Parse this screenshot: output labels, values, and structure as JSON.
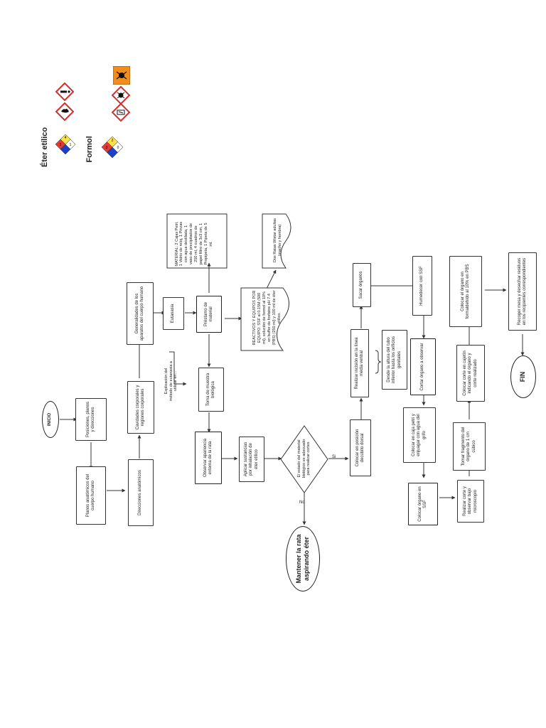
{
  "header": {
    "ether_title": "Éter etílico",
    "formol_title": "Formol",
    "ether_nfpa": {
      "health": "2",
      "flammability": "4",
      "reactivity": "1",
      "special": ""
    },
    "formol_nfpa": {
      "health": "3",
      "flammability": "2",
      "reactivity": "0",
      "special": ""
    }
  },
  "icons": {
    "ether": [
      "exclamation-hazard-icon",
      "flame-hazard-icon"
    ],
    "formol": [
      "orange-toxic-label-icon",
      "health-hazard-icon"
    ]
  },
  "nodes": {
    "inicio": "INICIO",
    "posiciones": "Posiciones, planos y direcciones",
    "planos": "Planos anatómicos del cuerpo humano",
    "direcciones": "Direcciones anatómicos",
    "cavidades": "Cavidades corporales y regiones corporales",
    "generalidades": "Generalidades de los aparatos del cuerpo humano",
    "eutanasia": "Eutanasia",
    "explicacion": "Explicación del método de eutanasia a utilizar en...",
    "prestamo": "Préstamo de material",
    "material": "MATERIAL: 2 Cajas Petri, 1 Vidrio de reloj, 1 Pinzas con agua destilada, 1 vaso de precipitados de 250 ml, 4 cuadros de papel filtro de 3x3 cm, 1 Propipeta, 1 Pipeta de 5 ml.",
    "reactivos": "REACTIVOS Y EQUIPOS POR EQUIPO: SSF al 0.15M (500 ml), solución de formol al 10% en buffer de fosfatos pH 7.4 (PBS) (250 ml) y 100 ml de éter etílico.",
    "ratas": "Dos Ratas Wistar adultas (macho y hembra)",
    "toma": "Toma de muestra biológica",
    "observar": "Observar apariencia externa de la rata",
    "aplicar": "Aplicar sustancias por inhalación de éter etílico",
    "decision": "El estado del material biológico es adecuado para realizar cortes",
    "si": "Si",
    "no": "No",
    "mantener": "Mantener la rata aspirando éter",
    "colocar_dorsal": "Colocar en posición decúbito dorsal",
    "realizar_incision": "Realizar incisión en la línea media ventral",
    "desde": "Desde la altura del tubo inferior hasta los orificios genitales",
    "sacar": "Sacar órganos",
    "humedecer": "Humedecer con SSF",
    "cortar": "Cortar órgano a observar",
    "colocar_caja": "Colocar en caja petri y enjuagar con agua del grifo",
    "colocar_ssf": "Colocar órgano en SSF",
    "realizar_corte": "Realizar corte y observar bajo microscopio",
    "tomar": "Tomar fragmento del órgano de 1 cm cúbico",
    "colocar_cajetin": "Colocar corte en cajetín indicando el órgano y corte realizado",
    "colocar_formol": "Colocar el órgano en formaldehído al 10% en PBS",
    "recoger": "Recoger mesa y desechar residuos en los recipientes correspondientes",
    "fin": "FIN"
  }
}
